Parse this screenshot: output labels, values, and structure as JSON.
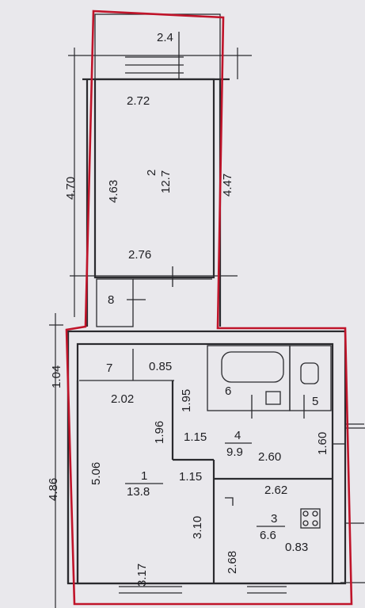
{
  "outline_color": "#c0142a",
  "wall_color": "#2a2a2e",
  "background": "#e9e8ec",
  "dimensions": {
    "balcony_width": "2.4",
    "room2_top_width": "2.72",
    "room2_outer_height": "4.70",
    "room2_inner_height": "4.63",
    "room2_right_height": "4.47",
    "room2_bottom_width": "2.76",
    "corridor_height": "1.04",
    "closet_width": "0.85",
    "room1_top_width": "2.02",
    "hall_left_height": "1.96",
    "hall_wall_height": "1.95",
    "hall_step_width_a": "1.15",
    "hall_step_width_b": "1.15",
    "room1_height": "5.06",
    "room1_outer_height": "4.86",
    "room1_window_height": "3.17",
    "room1_partition_height": "3.10",
    "hall_width": "2.60",
    "hall_height": "1.60",
    "kitchen_width": "2.62",
    "kitchen_height": "2.68",
    "kitchen_niche": "0.83"
  },
  "rooms": {
    "r1_number": "1",
    "r1_area": "13.8",
    "r2_number": "2",
    "r2_area": "12.7",
    "r3_number": "3",
    "r3_area": "6.6",
    "r4_number": "4",
    "r4_area": "9.9",
    "r5_number": "5",
    "r6_number": "6",
    "r7_number": "7",
    "r8_number": "8"
  }
}
